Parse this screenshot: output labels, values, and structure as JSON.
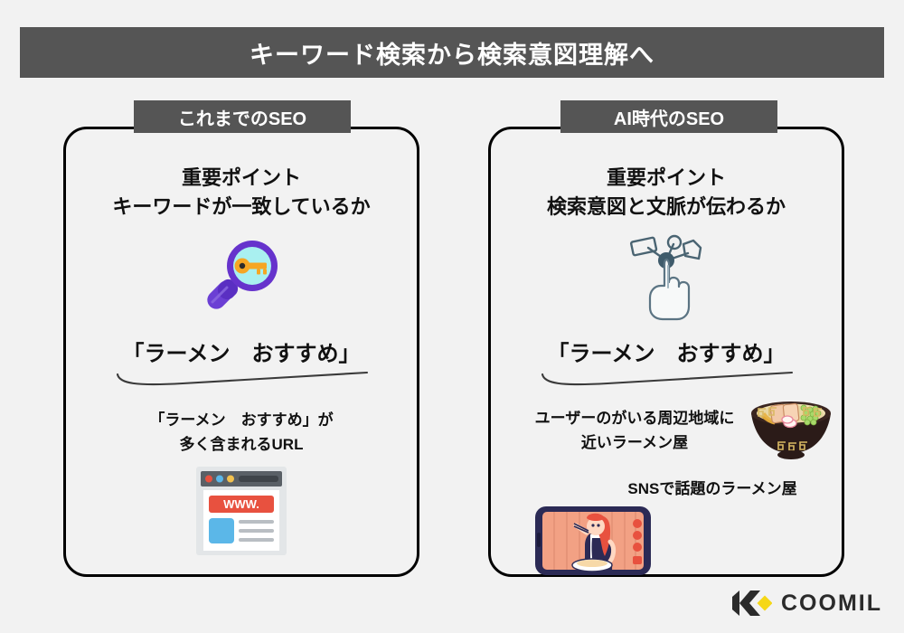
{
  "header": {
    "title": "キーワード検索から検索意図理解へ",
    "bg_color": "#555555",
    "text_color": "#ffffff"
  },
  "panels": [
    {
      "badge": "これまでのSEO",
      "point_title": "重要ポイント",
      "point_sub": "キーワードが一致しているか",
      "icon_name": "magnifier-key-icon",
      "keyword": "「ラーメン　おすすめ」",
      "result": "「ラーメン　おすすめ」が\n多く含まれるURL",
      "illustration": "browser-window-illustration",
      "browser": {
        "address_label": "WWW."
      }
    },
    {
      "badge": "AI時代のSEO",
      "point_title": "重要ポイント",
      "point_sub": "検索意図と文脈が伝わるか",
      "icon_name": "tap-intent-icon",
      "keyword": "「ラーメン　おすすめ」",
      "result_1": "ユーザーのがいる周辺地域に\n近いラーメン屋",
      "result_2": "SNSで話題のラーメン屋",
      "illustration_1": "ramen-bowl-illustration",
      "illustration_2": "phone-video-illustration"
    }
  ],
  "logo": {
    "text": "COOMIL",
    "mark_name": "coomil-chevron-diamond-logo",
    "chevron_color": "#2b2b2b",
    "diamond_color": "#f5d716"
  },
  "colors": {
    "background": "#f2f2f2",
    "panel_border": "#000000",
    "accent_purple": "#6633cc",
    "accent_cyan": "#a9f0f0",
    "accent_orange": "#f5a623",
    "icon_slate": "#4a6472",
    "browser_red": "#e8513f",
    "browser_blue": "#5bb7e8"
  }
}
